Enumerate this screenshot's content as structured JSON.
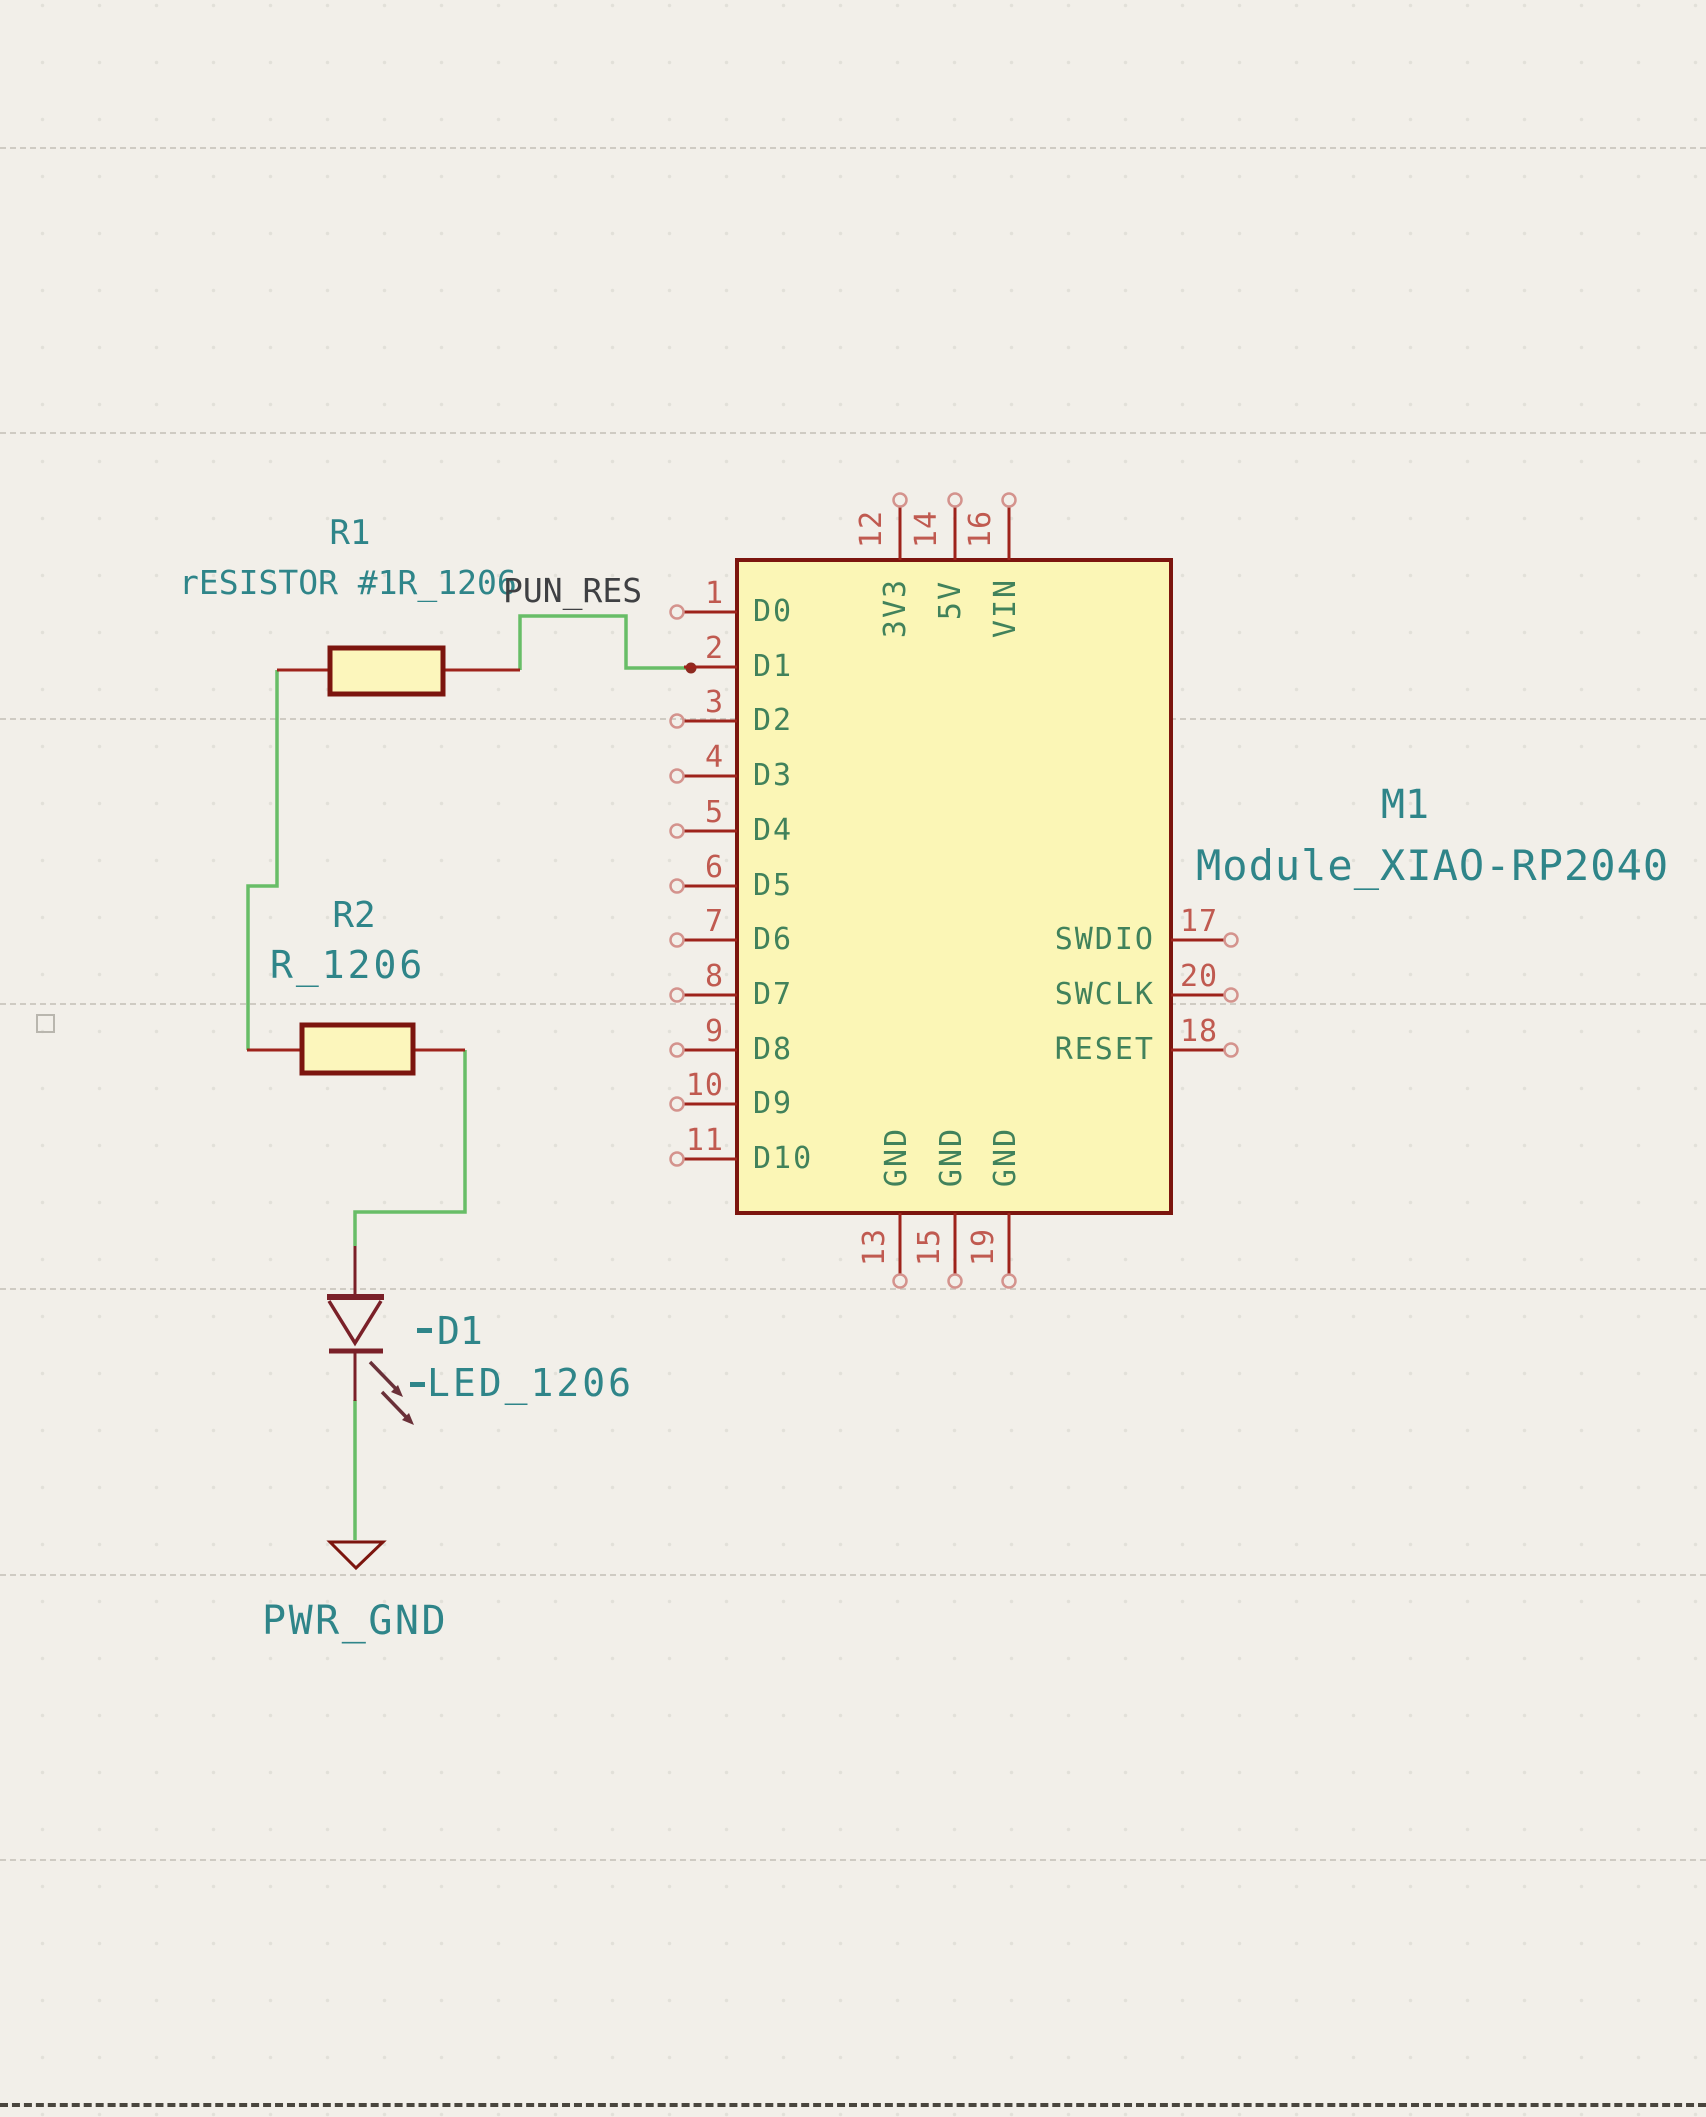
{
  "schematic": {
    "module": {
      "reference": "M1",
      "value": "Module_XIAO-RP2040",
      "left_pins": [
        {
          "number": "1",
          "name": "D0"
        },
        {
          "number": "2",
          "name": "D1"
        },
        {
          "number": "3",
          "name": "D2"
        },
        {
          "number": "4",
          "name": "D3"
        },
        {
          "number": "5",
          "name": "D4"
        },
        {
          "number": "6",
          "name": "D5"
        },
        {
          "number": "7",
          "name": "D6"
        },
        {
          "number": "8",
          "name": "D7"
        },
        {
          "number": "9",
          "name": "D8"
        },
        {
          "number": "10",
          "name": "D9"
        },
        {
          "number": "11",
          "name": "D10"
        }
      ],
      "top_pins": [
        {
          "number": "12",
          "name": "3V3"
        },
        {
          "number": "14",
          "name": "5V"
        },
        {
          "number": "16",
          "name": "VIN"
        }
      ],
      "right_pins": [
        {
          "number": "17",
          "name": "SWDIO"
        },
        {
          "number": "20",
          "name": "SWCLK"
        },
        {
          "number": "18",
          "name": "RESET"
        }
      ],
      "bottom_pins": [
        {
          "number": "13",
          "name": "GND"
        },
        {
          "number": "15",
          "name": "GND"
        },
        {
          "number": "19",
          "name": "GND"
        }
      ]
    },
    "r1": {
      "reference": "R1",
      "value": "rESISTOR #1R_1206"
    },
    "r2": {
      "reference": "R2",
      "value": "R_1206"
    },
    "d1": {
      "reference": "D1",
      "value": "LED_1206"
    },
    "net_label": "PUN_RES",
    "ground_label": "PWR_GND",
    "colors": {
      "background": "#f2efe9",
      "wire": "#68bd67",
      "symbol_outline": "#7c150e",
      "symbol_fill": "#fcf6bc",
      "pin": "#9e231b",
      "pin_number": "#c05a50",
      "pin_name": "#41825b",
      "label_teal": "#2f8589",
      "net_label_dark": "#3f4043"
    }
  }
}
